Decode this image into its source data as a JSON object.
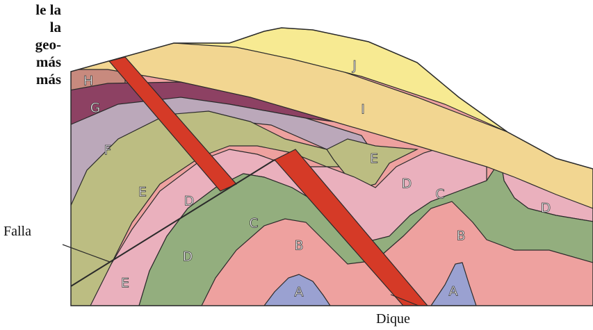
{
  "side_text": [
    "le la",
    "la",
    "geo-",
    "más",
    "más"
  ],
  "callouts": {
    "fault": "Falla",
    "dike": "Dique"
  },
  "layer_labels": {
    "A": "A",
    "B": "B",
    "C": "C",
    "D": "D",
    "E": "E",
    "F": "F",
    "G": "G",
    "H": "H",
    "I": "I",
    "J": "J"
  },
  "colors": {
    "background": "#f9f1e3",
    "A": "#9aa1d1",
    "B": "#eea19f",
    "C": "#93ae7e",
    "D": "#eab0bd",
    "E": "#bcbd82",
    "F": "#bba8ba",
    "G": "#8d4163",
    "H": "#c88a7e",
    "I": "#f2d691",
    "J": "#f7ea92",
    "dike": "#d53a27",
    "outline": "#2a2a2a"
  }
}
